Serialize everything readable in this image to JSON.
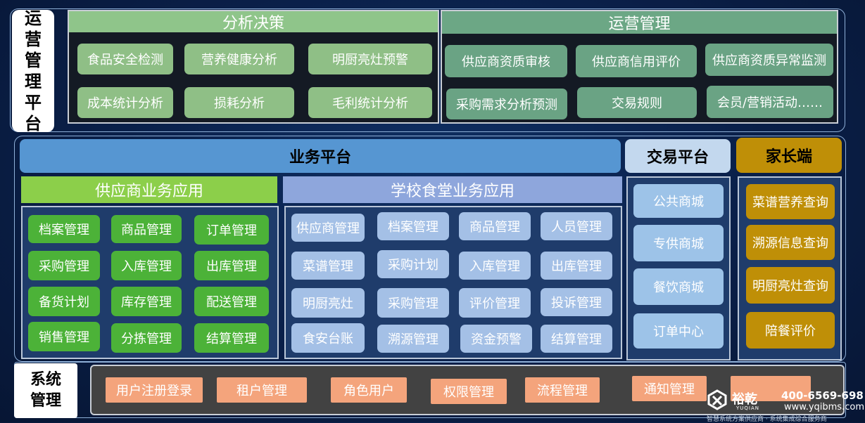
{
  "ops_platform": {
    "label": "运营管理平台",
    "analysis": {
      "title": "分析决策",
      "items": [
        "食品安全检测",
        "营养健康分析",
        "明厨亮灶预警",
        "成本统计分析",
        "损耗分析",
        "毛利统计分析"
      ]
    },
    "operations": {
      "title": "运营管理",
      "items": [
        "供应商资质审核",
        "供应商信用评价",
        "供应商资质异常监测",
        "采购需求分析预测",
        "交易规则",
        "会员/营销活动……"
      ]
    }
  },
  "business_platform": {
    "title": "业务平台",
    "supplier_app": {
      "title": "供应商业务应用",
      "items": [
        "档案管理",
        "商品管理",
        "订单管理",
        "采购管理",
        "入库管理",
        "出库管理",
        "备货计划",
        "库存管理",
        "配送管理",
        "销售管理",
        "分拣管理",
        "结算管理"
      ]
    },
    "canteen_app": {
      "title": "学校食堂业务应用",
      "items": [
        "供应商管理",
        "档案管理",
        "商品管理",
        "人员管理",
        "菜谱管理",
        "采购计划",
        "入库管理",
        "出库管理",
        "明厨亮灶",
        "采购管理",
        "评价管理",
        "投诉管理",
        "食安台账",
        "溯源管理",
        "资金预警",
        "结算管理"
      ]
    }
  },
  "trade_platform": {
    "title": "交易平台",
    "items": [
      "公共商城",
      "专供商城",
      "餐饮商城",
      "订单中心"
    ]
  },
  "parent_side": {
    "title": "家长端",
    "items": [
      "菜谱营养查询",
      "溯源信息查询",
      "明厨亮灶查询",
      "陪餐评价"
    ]
  },
  "system_mgmt": {
    "label": "系统管理",
    "items": [
      "用户注册登录",
      "租户管理",
      "角色用户",
      "权限管理",
      "流程管理",
      "通知管理",
      ""
    ]
  },
  "brand": {
    "name": "裕乾",
    "sub": "YUQIAN",
    "phone": "400-6569-698",
    "site": "www.yqibms.com",
    "slogan": "智慧系统方案供应商 · 系统集成综合服务商"
  }
}
